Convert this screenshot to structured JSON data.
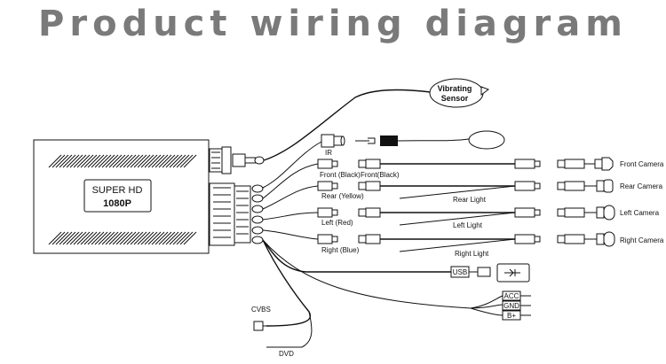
{
  "title": "Product wiring diagram",
  "unit": {
    "line1": "SUPER HD",
    "line2": "1080P"
  },
  "vibrating_sensor": "Vibrating Sensor",
  "labels": {
    "ir": "IR",
    "front_black_1": "Front (Black)",
    "front_black_2": "Front(Black)",
    "rear_yellow": "Rear (Yellow)",
    "left_red": "Left (Red)",
    "right_blue": "Right (Blue)",
    "rear_light": "Rear Light",
    "left_light": "Left Light",
    "right_light": "Right Light",
    "usb": "USB",
    "acc": "ACC",
    "gnd": "GND",
    "bplus": "B+",
    "cvbs": "CVBS",
    "dvd": "DVD"
  },
  "cameras": {
    "front": "Front Camera",
    "rear": "Rear Camera",
    "left": "Left Camera",
    "right": "Right Camera"
  }
}
